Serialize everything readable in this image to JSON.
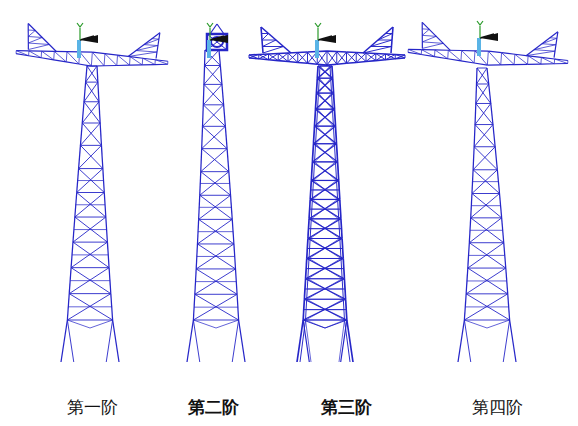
{
  "diagram": {
    "labels": [
      "第一阶",
      "第二阶",
      "第三阶",
      "第四阶"
    ]
  }
}
